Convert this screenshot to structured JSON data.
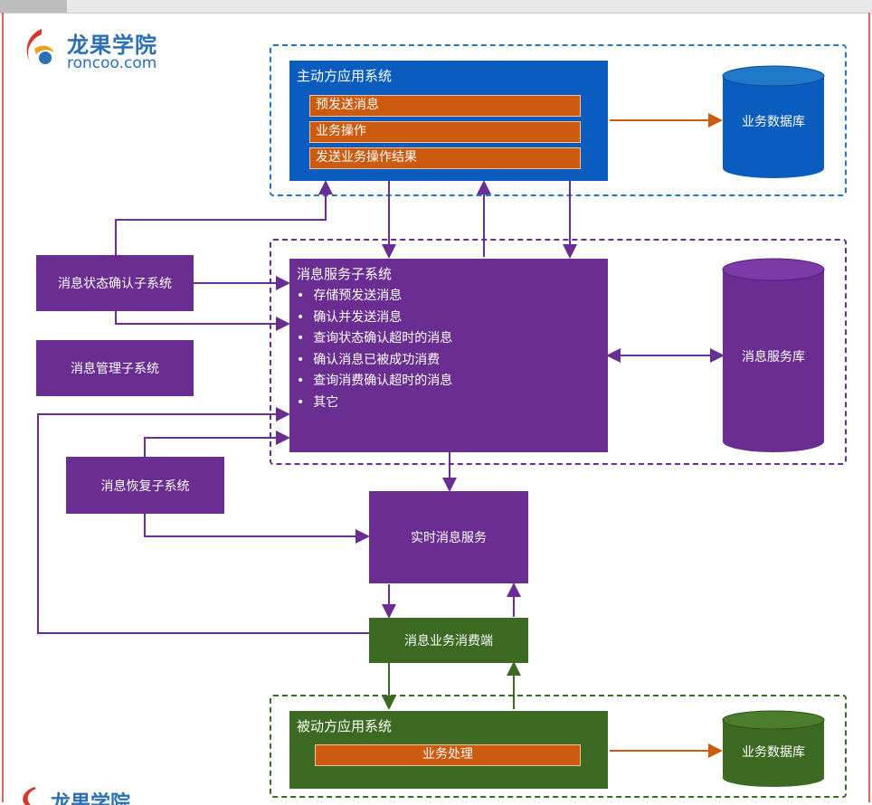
{
  "brand": {
    "name_cn": "龙果学院",
    "domain": "roncoo.com"
  },
  "colors": {
    "blue": "#0a5cbf",
    "purple": "#6a2d91",
    "green": "#3c6a22",
    "orange": "#cc5a0f",
    "frame": "#d46a5a"
  },
  "initiator": {
    "title": "主动方应用系统",
    "steps": [
      "预发送消息",
      "业务操作",
      "发送业务操作结果"
    ],
    "db": "业务数据库"
  },
  "msg_service": {
    "title": "消息服务子系统",
    "items": [
      "存储预发送消息",
      "确认并发送消息",
      "查询状态确认超时的消息",
      "确认消息已被成功消费",
      "查询消费确认超时的消息",
      "其它"
    ],
    "db": "消息服务库"
  },
  "subsystems": {
    "status_confirm": "消息状态确认子系统",
    "management": "消息管理子系统",
    "recovery": "消息恢复子系统"
  },
  "realtime": "实时消息服务",
  "consumer": "消息业务消费端",
  "passive": {
    "title": "被动方应用系统",
    "step": "业务处理",
    "db": "业务数据库"
  }
}
